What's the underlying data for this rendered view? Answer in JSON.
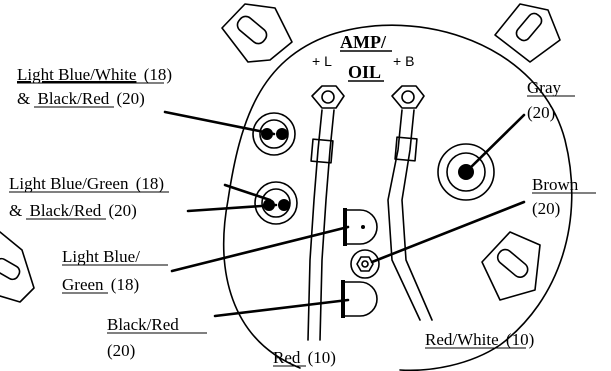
{
  "diagram": {
    "terminal_block": {
      "title_line1": "AMP/",
      "title_line2": "OIL",
      "left_terminal": "+ L",
      "right_terminal": "+ B"
    },
    "labels": {
      "lbw_color": "Light Blue/White",
      "lbw_gauge": "(18)",
      "lbw_amp": "&",
      "lbw_color2": "Black/Red",
      "lbw_gauge2": "(20)",
      "lbg_color": "Light Blue/Green",
      "lbg_gauge": "(18)",
      "lbg_amp": "&",
      "lbg_color2": "Black/Red",
      "lbg_gauge2": "(20)",
      "lbg2_line1": "Light Blue/",
      "lbg2_line2": "Green",
      "lbg2_gauge": "(18)",
      "br_color": "Black/Red",
      "br_gauge": "(20)",
      "red_color": "Red",
      "red_gauge": "(10)",
      "rw_color": "Red/White",
      "rw_gauge": "(10)",
      "gray_color": "Gray",
      "gray_gauge": "(20)",
      "brown_color": "Brown",
      "brown_gauge": "(20)"
    }
  }
}
